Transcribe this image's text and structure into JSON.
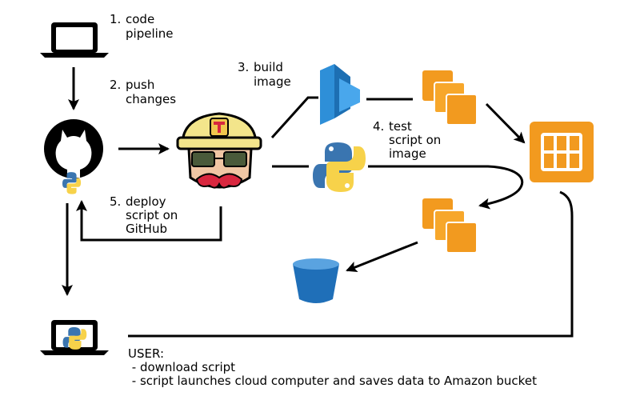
{
  "steps": [
    {
      "num": "1.",
      "line1": "code",
      "line2": "pipeline"
    },
    {
      "num": "2.",
      "line1": "push",
      "line2": "changes"
    },
    {
      "num": "3.",
      "line1": "build",
      "line2": "image"
    },
    {
      "num": "4.",
      "line1": "test",
      "line2": "script on",
      "line3": "image"
    },
    {
      "num": "5.",
      "line1": "deploy",
      "line2": "script on",
      "line3": "GitHub"
    }
  ],
  "user_note": {
    "title": "USER:",
    "items": [
      " - download script",
      " - script launches cloud computer and saves data to Amazon bucket"
    ]
  },
  "colors": {
    "aws_orange": "#f29a1f",
    "aws_orange_dark": "#e38917",
    "codepipeline_blue": "#2e8fd8",
    "s3_blue": "#1f6fb8",
    "python_blue": "#3a75b0",
    "python_yellow": "#f7d24a",
    "travis_helmet": "#f3e58b",
    "travis_red": "#d8273f"
  },
  "icons": {
    "laptop": "laptop-icon",
    "github": "github-octocat-icon",
    "travis": "travis-ci-icon",
    "codepipeline": "codepipeline-icon",
    "python": "python-icon",
    "ec2": "ec2-instances-icon",
    "batch": "aws-batch-icon",
    "s3": "s3-bucket-icon"
  }
}
